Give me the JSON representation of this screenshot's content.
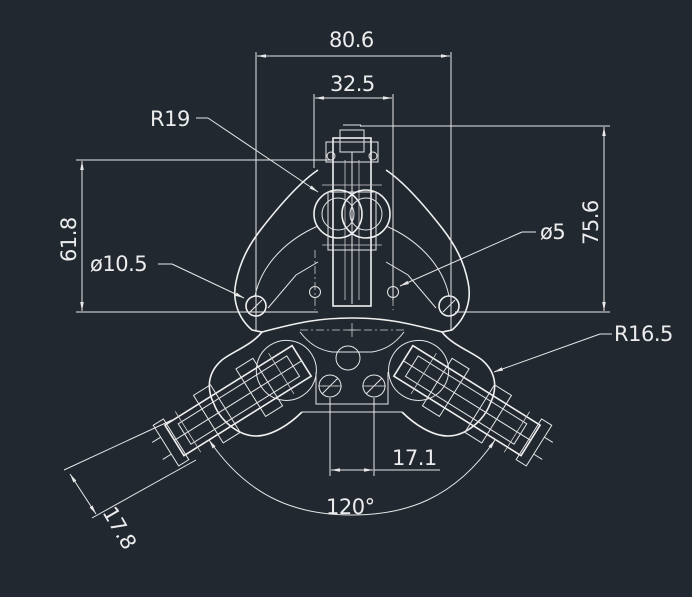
{
  "drawing": {
    "dimensions": {
      "overall_width": "80.6",
      "inner_width": "32.5",
      "radius_top": "R19",
      "height_left": "61.8",
      "height_right": "75.6",
      "hole_diameter_large": "ø10.5",
      "hole_diameter_small": "ø5",
      "radius_right": "R16.5",
      "bottom_offset": "17.1",
      "angle": "120°",
      "arm_offset": "17.8"
    },
    "colors": {
      "background": "#212830",
      "lines": "#e6e6e6"
    }
  }
}
